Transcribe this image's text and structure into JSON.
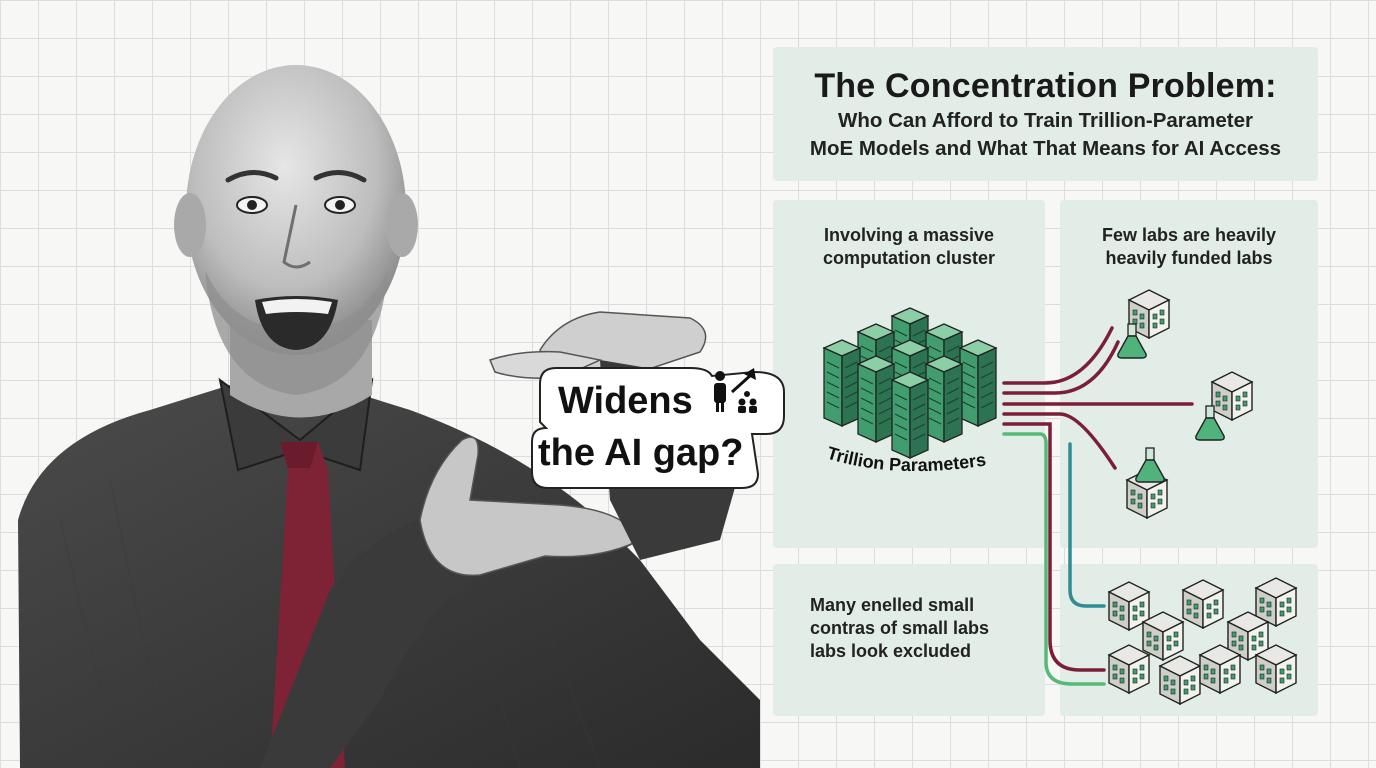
{
  "header": {
    "title": "The Concentration Problem:",
    "subtitle_lines": [
      "Who Can Afford to Train Trillion-Parameter",
      "MoE Models and What That Means for AI Access"
    ]
  },
  "panels": {
    "cluster": {
      "lines": [
        "Involving a massive",
        "computation cluster"
      ],
      "curved_label": "Trillion Parameters"
    },
    "funded_labs": {
      "lines": [
        "Few labs are heavily",
        "heavily funded labs"
      ]
    },
    "small_labs": {
      "lines": [
        "Many enelled small",
        "contras of small labs",
        "labs look excluded"
      ]
    }
  },
  "speech_bubble": {
    "lines": [
      "Widens",
      "the AI gap?"
    ],
    "icon": "person-growth-gap-icon"
  },
  "colors": {
    "panel_bg": "#e3ede7",
    "server_green": "#3f9d6e",
    "pipe_maroon": "#7a1f37",
    "pipe_green": "#57b978",
    "pipe_teal": "#2f8d93",
    "tie_red": "#7e2336"
  }
}
